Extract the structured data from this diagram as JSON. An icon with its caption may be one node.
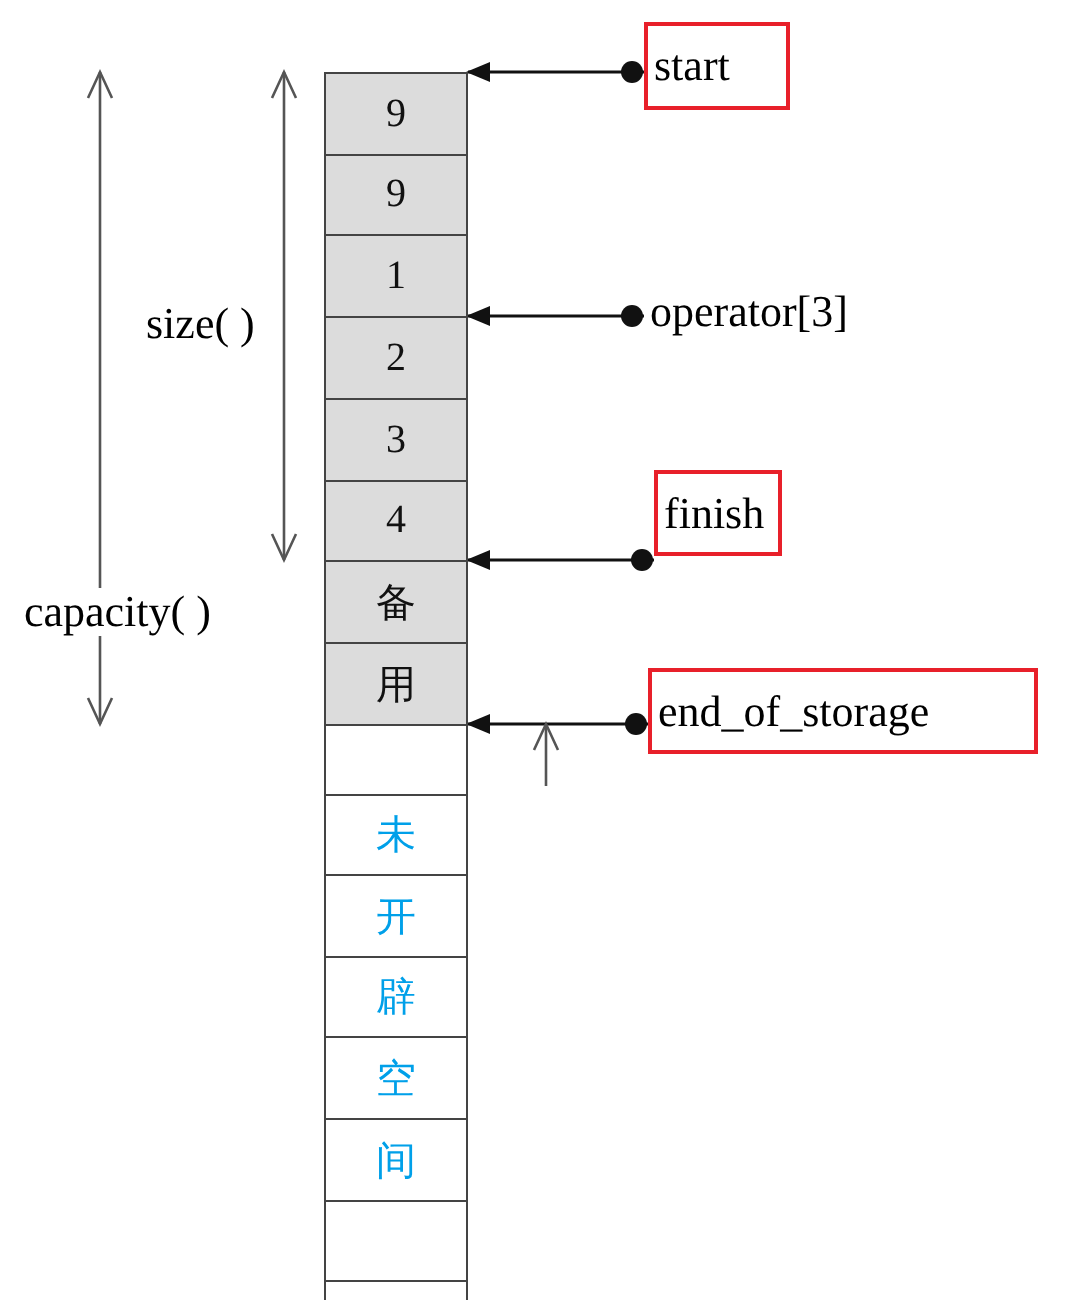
{
  "diagram": {
    "nodes": [
      {
        "text": [
          "9"
        ]
      },
      {
        "text": [
          "9"
        ]
      },
      {
        "text": [
          "1"
        ]
      },
      {
        "text": [
          "2"
        ]
      },
      {
        "text": [
          "3"
        ]
      },
      {
        "text": [
          "4"
        ]
      },
      {
        "text": [
          "备"
        ]
      },
      {
        "text": [
          "用"
        ]
      },
      {
        "text": [],
        "shape": "box"
      },
      {
        "text": [
          "未"
        ]
      },
      {
        "text": [
          "开"
        ]
      },
      {
        "text": [
          "辟"
        ]
      },
      {
        "text": [
          "空"
        ]
      },
      {
        "text": [
          "间"
        ]
      },
      {
        "text": [],
        "shape": "box"
      },
      {
        "text": [],
        "shape": "box"
      },
      {
        "text": [
          "start"
        ]
      },
      {
        "text": [
          "operator[3]"
        ]
      },
      {
        "text": [
          "finish"
        ]
      },
      {
        "text": [
          "end_of_storage"
        ]
      }
    ],
    "edges": [
      {
        "from": 16,
        "to": 0,
        "arrow": "to"
      },
      {
        "from": 17,
        "to": 3,
        "arrow": "to"
      },
      {
        "from": 18,
        "to": 6,
        "arrow": "to"
      },
      {
        "from": 19,
        "to": 8,
        "arrow": "to"
      }
    ],
    "labels": [
      "size( )",
      "capacity( )"
    ]
  }
}
